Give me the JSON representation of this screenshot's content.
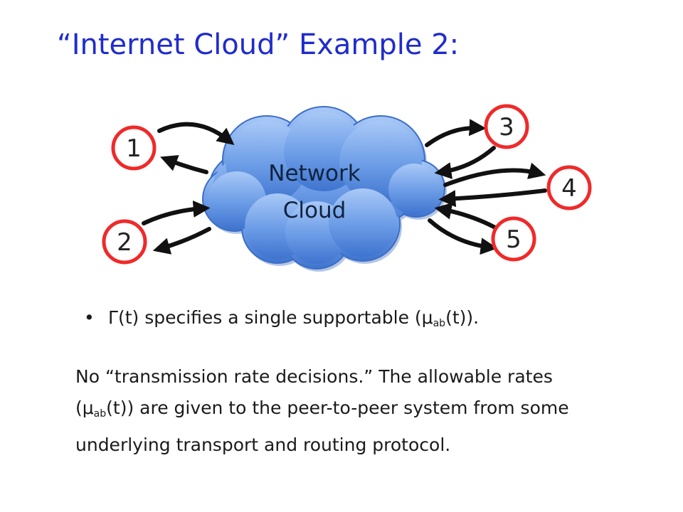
{
  "title": "“Internet Cloud” Example 2:",
  "diagram": {
    "cloud_label_line1": "Network",
    "cloud_label_line2": "Cloud",
    "nodes": [
      "1",
      "2",
      "3",
      "4",
      "5"
    ],
    "colors": {
      "node_outline": "#ef2a2a",
      "cloud_fill": "#5b8ee0",
      "title": "#1f2ccc"
    }
  },
  "bullet": {
    "symbol": "•",
    "gamma": "Γ",
    "pre": "(t) specifies a single supportable (μ",
    "sub": "ab",
    "post": "(t))."
  },
  "paragraph": {
    "part1": "No “transmission rate decisions.” The allowable rates (μ",
    "sub": "ab",
    "part2": "(t)) are given to the peer-to-peer system from some underlying transport and routing protocol."
  }
}
